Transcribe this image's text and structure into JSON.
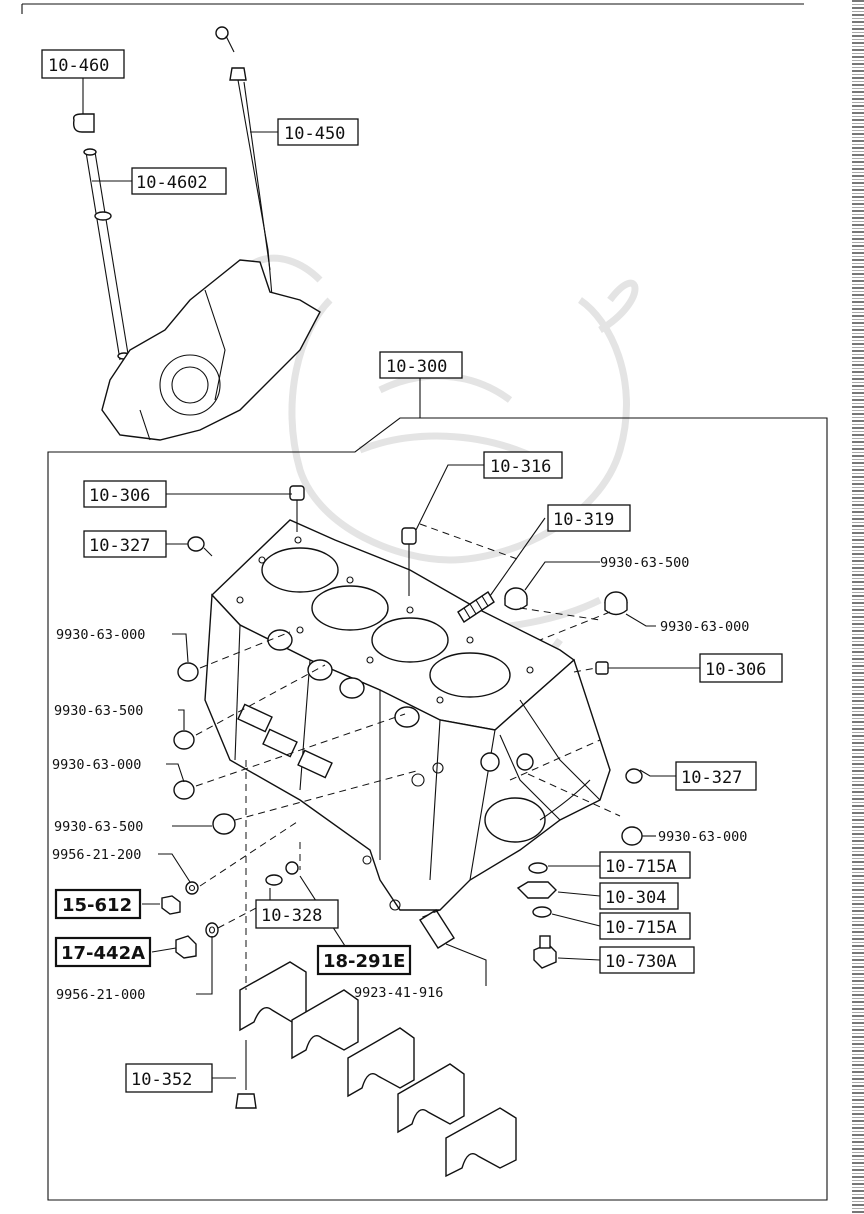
{
  "labels": {
    "p10_460": "10-460",
    "p10_450": "10-450",
    "p10_4602": "10-4602",
    "p10_300": "10-300",
    "p10_316": "10-316",
    "p10_306_a": "10-306",
    "p10_319": "10-319",
    "p10_327_a": "10-327",
    "p9930_63_500_a": "9930-63-500",
    "p9930_63_000_a": "9930-63-000",
    "p9930_63_000_b": "9930-63-000",
    "p10_306_b": "10-306",
    "p9930_63_500_b": "9930-63-500",
    "p10_327_b": "10-327",
    "p9930_63_000_c": "9930-63-000",
    "p9930_63_000_d": "9930-63-000",
    "p9930_63_500_c": "9930-63-500",
    "p9956_21_200": "9956-21-200",
    "p15_612": "15-612",
    "p10_328": "10-328",
    "p17_442A": "17-442A",
    "p18_291E": "18-291E",
    "p10_715A_a": "10-715A",
    "p10_304": "10-304",
    "p10_715A_b": "10-715A",
    "p10_730A": "10-730A",
    "p9923_41_916": "9923-41-916",
    "p9956_21_000": "9956-21-000",
    "p10_352": "10-352"
  },
  "colors": {
    "ink": "#111111",
    "background": "#ffffff",
    "watermark": "#e4e4e4"
  }
}
